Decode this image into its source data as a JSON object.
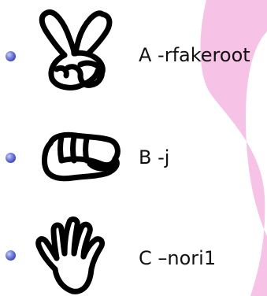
{
  "options": [
    {
      "letter_label": "A -rfakeroot",
      "icon": "peace-sign-hand-icon"
    },
    {
      "letter_label": "B -j",
      "icon": "fist-hand-icon"
    },
    {
      "letter_label": "C –nori1",
      "icon": "open-palm-hand-icon"
    }
  ],
  "colors": {
    "decoration": "#f6c3e6",
    "bullet": "#3a47b8",
    "ink": "#000000"
  }
}
